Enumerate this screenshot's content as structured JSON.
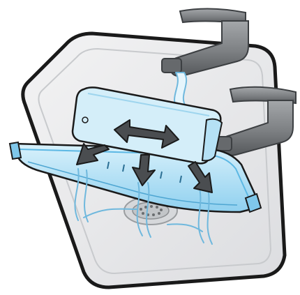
{
  "illustration": {
    "subject": "filter-in-sink",
    "parts": [
      "sink-basin",
      "drain",
      "filter-tray",
      "filter-cartridge",
      "faucet",
      "water-stream",
      "movement-arrow"
    ]
  },
  "colors": {
    "outline": "#1a1a1a",
    "sink_fill": "#e9e9ea",
    "sink_shade": "#cfd1d3",
    "tray_fill": "#bfe6f7",
    "tray_edge": "#5cb8e4",
    "cartridge_fill": "#d4eef9",
    "water_fill": "#e6f5fc",
    "water_edge": "#6fb8dd",
    "faucet_fill": "#8a8d90",
    "faucet_dark": "#5d6063",
    "arrow_fill": "#4a4d50"
  }
}
